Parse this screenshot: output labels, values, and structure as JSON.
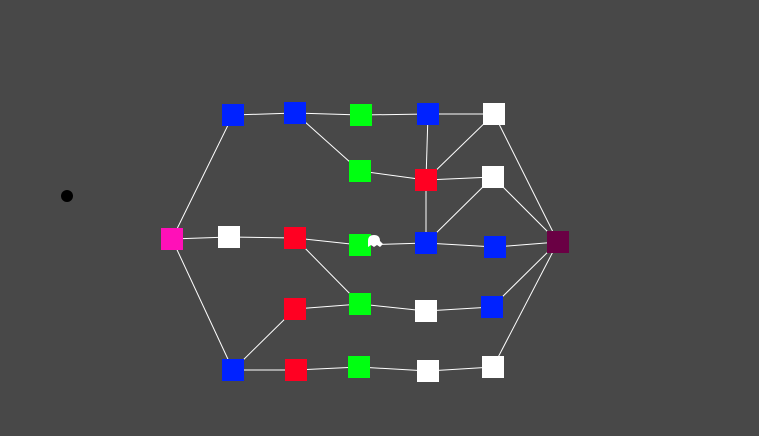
{
  "background_color": "#484848",
  "edge_color": "#ffffff",
  "colors": {
    "blue": "#0022ff",
    "green": "#00ff11",
    "red": "#ff0022",
    "white": "#ffffff",
    "magenta": "#ff10b8",
    "purple": "#6a0044",
    "black": "#000000"
  },
  "nodes": [
    {
      "id": "start",
      "role": "start",
      "color": "magenta"
    },
    {
      "id": "b1",
      "color": "blue"
    },
    {
      "id": "b2",
      "color": "blue"
    },
    {
      "id": "g1",
      "color": "green"
    },
    {
      "id": "b3",
      "color": "blue"
    },
    {
      "id": "w1",
      "color": "white"
    },
    {
      "id": "g2",
      "color": "green"
    },
    {
      "id": "r1",
      "color": "red"
    },
    {
      "id": "w2",
      "color": "white"
    },
    {
      "id": "w3",
      "color": "white"
    },
    {
      "id": "r2",
      "color": "red"
    },
    {
      "id": "g3",
      "color": "green"
    },
    {
      "id": "b4",
      "color": "blue"
    },
    {
      "id": "b5",
      "color": "blue"
    },
    {
      "id": "r3",
      "color": "red"
    },
    {
      "id": "g4",
      "color": "green"
    },
    {
      "id": "w4",
      "color": "white"
    },
    {
      "id": "b6",
      "color": "blue"
    },
    {
      "id": "b7",
      "color": "blue"
    },
    {
      "id": "r4",
      "color": "red"
    },
    {
      "id": "g5",
      "color": "green"
    },
    {
      "id": "w5",
      "color": "white"
    },
    {
      "id": "w6",
      "color": "white"
    },
    {
      "id": "goal",
      "role": "goal",
      "color": "purple"
    }
  ],
  "edges": [
    [
      "start",
      "b1"
    ],
    [
      "start",
      "w3"
    ],
    [
      "start",
      "b7"
    ],
    [
      "b1",
      "b2"
    ],
    [
      "b2",
      "g1"
    ],
    [
      "b2",
      "g2"
    ],
    [
      "g1",
      "b3"
    ],
    [
      "b3",
      "w1"
    ],
    [
      "b3",
      "r1"
    ],
    [
      "g2",
      "r1"
    ],
    [
      "r1",
      "w1"
    ],
    [
      "r1",
      "w2"
    ],
    [
      "r1",
      "b4"
    ],
    [
      "w1",
      "goal"
    ],
    [
      "w2",
      "goal"
    ],
    [
      "w2",
      "b4"
    ],
    [
      "w3",
      "r2"
    ],
    [
      "r2",
      "g3"
    ],
    [
      "r2",
      "g4"
    ],
    [
      "g3",
      "b4"
    ],
    [
      "b4",
      "b5"
    ],
    [
      "b5",
      "goal"
    ],
    [
      "g4",
      "r3"
    ],
    [
      "r3",
      "b7"
    ],
    [
      "g4",
      "w4"
    ],
    [
      "w4",
      "b6"
    ],
    [
      "b6",
      "goal"
    ],
    [
      "b7",
      "r4"
    ],
    [
      "r4",
      "g5"
    ],
    [
      "g5",
      "w5"
    ],
    [
      "w5",
      "w6"
    ],
    [
      "w6",
      "goal"
    ]
  ],
  "player": {
    "icon": "ghost-icon",
    "at": "g3"
  },
  "marker": {
    "icon": "dot-icon",
    "color": "black"
  }
}
